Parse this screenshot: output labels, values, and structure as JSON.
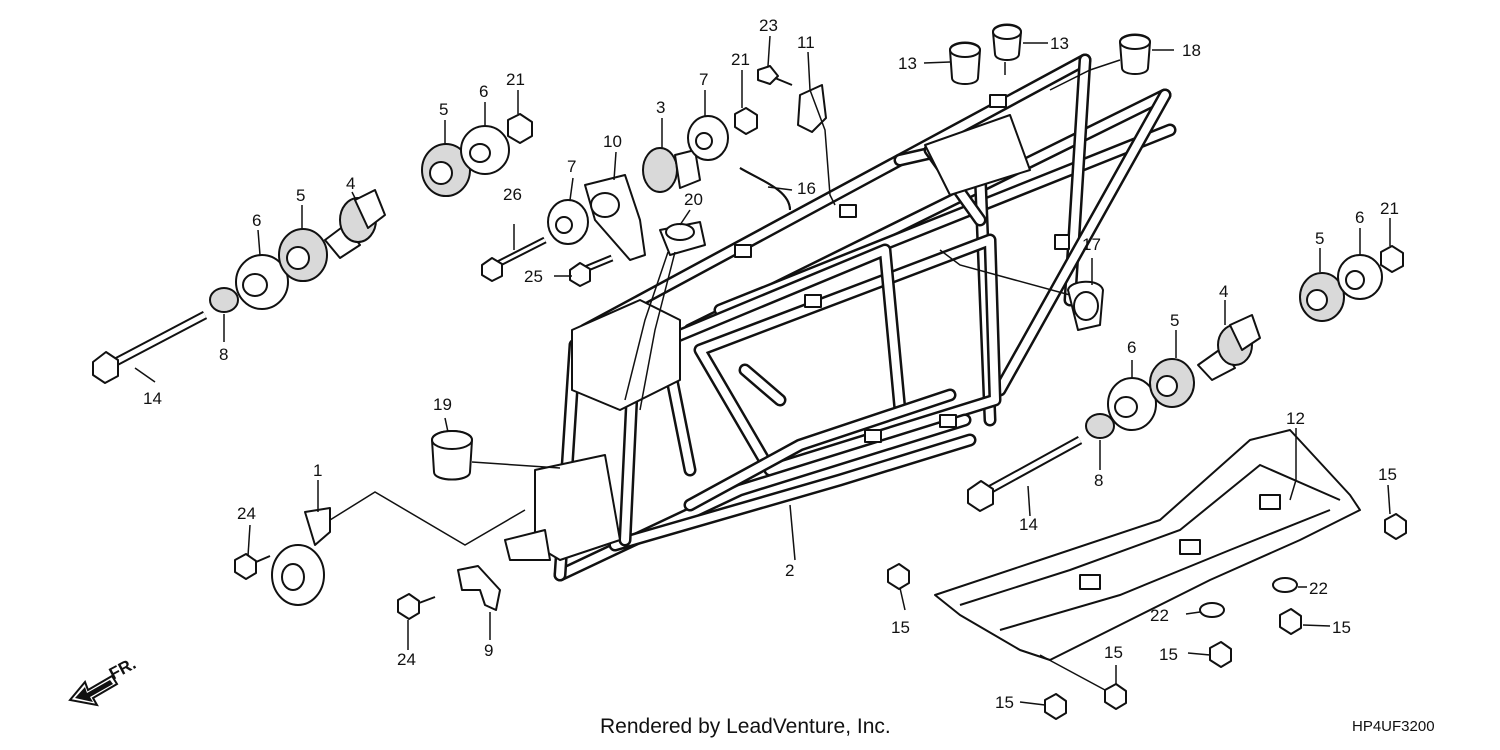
{
  "footer": {
    "credit": "Rendered by LeadVenture, Inc.",
    "diagram_code": "HP4UF3200",
    "direction_label": "FR."
  },
  "labels": {
    "l1": "1",
    "l2": "2",
    "l3": "3",
    "l4a": "4",
    "l4b": "4",
    "l5a": "5",
    "l5b": "5",
    "l5c": "5",
    "l5d": "5",
    "l6a": "6",
    "l6b": "6",
    "l6c": "6",
    "l6d": "6",
    "l7a": "7",
    "l7b": "7",
    "l8a": "8",
    "l8b": "8",
    "l9": "9",
    "l10": "10",
    "l11": "11",
    "l12": "12",
    "l13a": "13",
    "l13b": "13",
    "l14a": "14",
    "l14b": "14",
    "l15a": "15",
    "l15b": "15",
    "l15c": "15",
    "l15d": "15",
    "l15e": "15",
    "l15f": "15",
    "l16": "16",
    "l17": "17",
    "l18": "18",
    "l19": "19",
    "l20": "20",
    "l21a": "21",
    "l21b": "21",
    "l21c": "21",
    "l22a": "22",
    "l22b": "22",
    "l23": "23",
    "l24a": "24",
    "l24b": "24",
    "l25": "25",
    "l26": "26"
  }
}
